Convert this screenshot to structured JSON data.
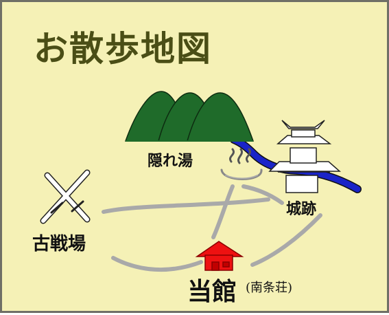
{
  "title": "お散歩地図",
  "places": {
    "onsen": "隠れ湯",
    "castle": "城跡",
    "battlefield": "古戦場",
    "inn": "当館",
    "inn_name": "(南条荘)"
  },
  "icons": {
    "mountain": "mountain-icon",
    "hot_spring": "hot-spring-icon",
    "castle": "castle-icon",
    "battlefield": "crossed-swords-icon",
    "inn": "inn-house-icon"
  },
  "colors": {
    "background": "#f5f1b6",
    "border": "#6f6f66",
    "title": "#4a4e16",
    "mountain": "#1f6b2a",
    "river": "#1a24c8",
    "path": "#a9a9a9",
    "inn": "#ee1111"
  }
}
